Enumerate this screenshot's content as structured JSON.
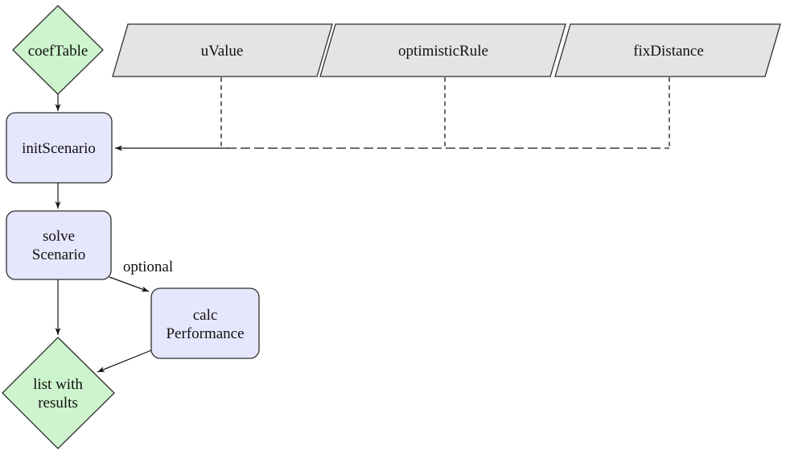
{
  "diagram": {
    "title": "scenario-workflow-flowchart",
    "colors": {
      "data_fill": "#cdf4cd",
      "process_fill": "#e6e6fc",
      "input_fill": "#e4e4e4",
      "stroke": "#2e2e2e",
      "background": "#ffffff"
    },
    "nodes": {
      "coef_table": {
        "label": "coefTable",
        "shape": "diamond"
      },
      "u_value": {
        "label": "uValue",
        "shape": "parallelogram"
      },
      "optimistic_rule": {
        "label": "optimisticRule",
        "shape": "parallelogram"
      },
      "fix_distance": {
        "label": "fixDistance",
        "shape": "parallelogram"
      },
      "init_scenario": {
        "label": "initScenario",
        "shape": "rounded-rect"
      },
      "solve_scenario": {
        "line1": "solve",
        "line2": "Scenario",
        "shape": "rounded-rect"
      },
      "calc_performance": {
        "line1": "calc",
        "line2": "Performance",
        "shape": "rounded-rect"
      },
      "list_results": {
        "line1": "list with",
        "line2": "results",
        "shape": "diamond"
      }
    },
    "edge_labels": {
      "optional": "optional"
    },
    "edges": [
      "coefTable -> initScenario",
      "uValue -. initScenario",
      "optimisticRule -. initScenario",
      "fixDistance -. initScenario",
      "initScenario -> solveScenario",
      "solveScenario -> listWithResults",
      "solveScenario -> calcPerformance (optional)",
      "calcPerformance -> listWithResults"
    ]
  }
}
